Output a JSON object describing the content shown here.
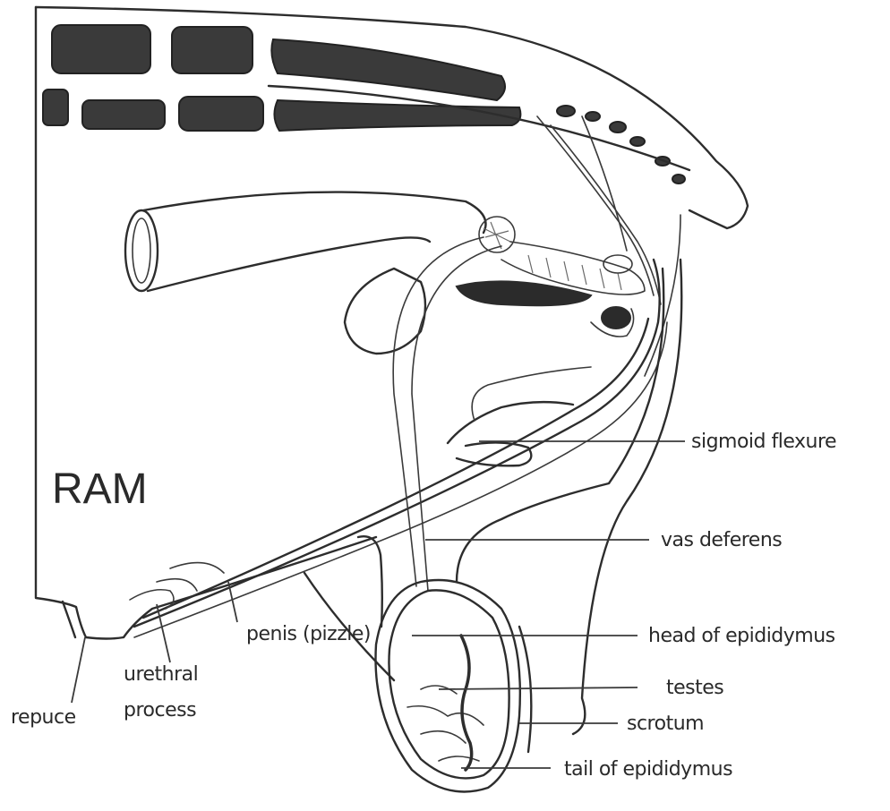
{
  "diagram": {
    "title": "RAM",
    "labels": [
      {
        "id": "sigmoid-flexure",
        "text": "sigmoid flexure"
      },
      {
        "id": "vas-deferens",
        "text": "vas deferens"
      },
      {
        "id": "head-of-epididymus",
        "text": "head of epididymus"
      },
      {
        "id": "testes",
        "text": "testes"
      },
      {
        "id": "scrotum",
        "text": "scrotum"
      },
      {
        "id": "tail-of-epididymus",
        "text": "tail of epididymus"
      },
      {
        "id": "penis",
        "text": "penis (pizzle)"
      },
      {
        "id": "urethral-process-line1",
        "text": "urethral"
      },
      {
        "id": "urethral-process-line2",
        "text": "process"
      },
      {
        "id": "prepuce",
        "text": "repuce"
      }
    ]
  }
}
